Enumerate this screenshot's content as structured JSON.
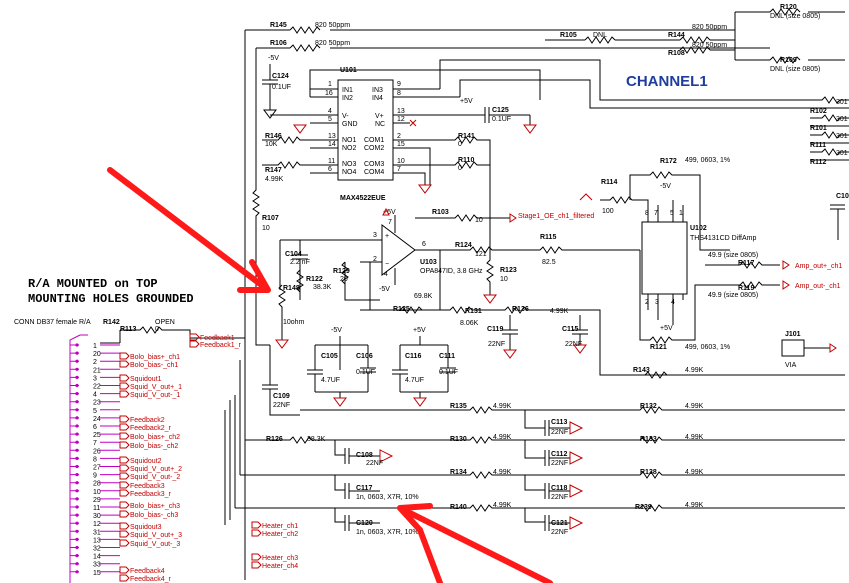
{
  "title": "CHANNEL1",
  "notes": {
    "line1": "R/A MOUNTED on TOP",
    "line2": "MOUNTING HOLES GROUNDED"
  },
  "connector": {
    "name": "CONN DB37 female R/A",
    "pins": [
      "1",
      "20",
      "2",
      "21",
      "3",
      "22",
      "4",
      "23",
      "5",
      "24",
      "6",
      "25",
      "7",
      "26",
      "8",
      "27",
      "9",
      "28",
      "10",
      "29",
      "11",
      "30",
      "12",
      "31",
      "13",
      "32",
      "14",
      "33",
      "15"
    ]
  },
  "net_labels": [
    "Feedback1",
    "Feedback1_r",
    "Bolo_bias+_ch1",
    "Bolo_bias-_ch1",
    "Squidout1",
    "Squid_V_out+_1",
    "Squid_V_out-_1",
    "Feedback2",
    "Feedback2_r",
    "Bolo_bias+_ch2",
    "Bolo_bias-_ch2",
    "Squidout2",
    "Squid_V_out+_2",
    "Squid_V_out-_2",
    "Feedback3",
    "Feedback3_r",
    "Bolo_bias+_ch3",
    "Bolo_bias-_ch3",
    "Squidout3",
    "Squid_V_out+_3",
    "Squid_V_out-_3",
    "Heater_ch1",
    "Heater_ch2",
    "Heater_ch3",
    "Heater_ch4",
    "Feedback4",
    "Feedback4_r",
    "Stage1_OE_ch1_filtered",
    "Amp_out+_ch1",
    "Amp_out-_ch1"
  ],
  "ics": {
    "u101": {
      "ref": "U101",
      "part": "MAX4522EUE",
      "pins_left": [
        "IN1",
        "IN2",
        "V-",
        "GND",
        "NO1",
        "NO2",
        "NO3",
        "NO4"
      ],
      "pins_right": [
        "IN3",
        "IN4",
        "V+",
        "NC",
        "COM1",
        "COM2",
        "COM3",
        "COM4"
      ]
    },
    "u103": {
      "ref": "U103",
      "part": "OPA847ID, 3.8 GHz"
    },
    "u102": {
      "ref": "U102",
      "part": "THS4131CD DiffAmp"
    },
    "j101": {
      "ref": "J101",
      "part": "VIA"
    }
  },
  "components": {
    "r145": {
      "ref": "R145",
      "val": "820 50ppm"
    },
    "r106": {
      "ref": "R106",
      "val": "820 50ppm"
    },
    "r120": {
      "ref": "R120",
      "val": "DNL (size 0805)"
    },
    "r109": {
      "ref": "R109",
      "val": "DNL (size 0805)"
    },
    "r105": {
      "ref": "R105",
      "val": "DNL"
    },
    "r144": {
      "ref": "R144",
      "val": "820 50ppm"
    },
    "r108": {
      "ref": "R108",
      "val": "820 50ppm"
    },
    "c124": {
      "ref": "C124",
      "val": "0.1UF"
    },
    "c125": {
      "ref": "C125",
      "val": "0.1UF"
    },
    "r146": {
      "ref": "R146",
      "val": "10K"
    },
    "r147": {
      "ref": "R147",
      "val": "4.99K"
    },
    "r141": {
      "ref": "R141",
      "val": "0"
    },
    "r110": {
      "ref": "R110",
      "val": "0"
    },
    "r107": {
      "ref": "R107",
      "val": "10"
    },
    "r103": {
      "ref": "R103",
      "val": "10"
    },
    "r124": {
      "ref": "R124",
      "val": "121"
    },
    "r115": {
      "ref": "R115",
      "val": "82.5"
    },
    "r114": {
      "ref": "R114",
      "val": "100"
    },
    "r172": {
      "ref": "R172",
      "val": "499, 0603, 1%"
    },
    "r121": {
      "ref": "R121",
      "val": "499, 0603, 1%"
    },
    "r117": {
      "ref": "R117",
      "val": "49.9 (size 0805)"
    },
    "r119": {
      "ref": "R119",
      "val": "49.9 (size 0805)"
    },
    "c104": {
      "ref": "C104",
      "val": "2.2 nF"
    },
    "r122": {
      "ref": "R122",
      "val": "38.3K"
    },
    "r129": {
      "ref": "R129",
      "val": "20"
    },
    "r125": {
      "ref": "R125",
      "val": "69.8K"
    },
    "r123": {
      "ref": "R123",
      "val": "10"
    },
    "r148": {
      "ref": "R148",
      "val": "10ohm"
    },
    "r131": {
      "ref": "R131",
      "val": "8.06K"
    },
    "r136": {
      "ref": "R136",
      "val": "4.99K"
    },
    "c119": {
      "ref": "C119",
      "val": "22NF"
    },
    "c115": {
      "ref": "C115",
      "val": "22NF"
    },
    "r142": {
      "ref": "R142",
      "val": "OPEN"
    },
    "r113": {
      "ref": "R113",
      "val": "0"
    },
    "c105": {
      "ref": "C105",
      "val": "4.7UF"
    },
    "c106": {
      "ref": "C106",
      "val": "0.1UF"
    },
    "c116": {
      "ref": "C116",
      "val": "4.7UF"
    },
    "c111": {
      "ref": "C111",
      "val": "0.1UF"
    },
    "c109": {
      "ref": "C109",
      "val": "22NF"
    },
    "r143": {
      "ref": "R143",
      "val": "4.99K"
    },
    "r135": {
      "ref": "R135",
      "val": "4.99K"
    },
    "r132": {
      "ref": "R132",
      "val": "4.99K"
    },
    "c113": {
      "ref": "C113",
      "val": "22NF"
    },
    "r126": {
      "ref": "R126",
      "val": "38.3K"
    },
    "r130": {
      "ref": "R130",
      "val": "4.99K"
    },
    "r133": {
      "ref": "R133",
      "val": "4.99K"
    },
    "c108": {
      "ref": "C108",
      "val": "22NF"
    },
    "c112": {
      "ref": "C112",
      "val": "22NF"
    },
    "r134": {
      "ref": "R134",
      "val": "4.99K"
    },
    "r138": {
      "ref": "R138",
      "val": "4.99K"
    },
    "c117": {
      "ref": "C117",
      "val": "1n, 0603, X7R, 10%"
    },
    "c118": {
      "ref": "C118",
      "val": "22NF"
    },
    "r140": {
      "ref": "R140",
      "val": "4.99K"
    },
    "r139": {
      "ref": "R139",
      "val": "4.99K"
    },
    "c120": {
      "ref": "C120",
      "val": "1n, 0603, X7R, 10%"
    },
    "c121": {
      "ref": "C121",
      "val": "22NF"
    }
  },
  "right_edge_refs": [
    "R102",
    "R101",
    "R111",
    "R112",
    "C10"
  ],
  "right_edge_vals": [
    "301",
    "301",
    "301",
    "301"
  ],
  "supplies": {
    "neg": "-5V",
    "pos": "+5V"
  },
  "misc_pins": {
    "u103_in_minus": "2",
    "u103_in_plus": "3",
    "u103_out": "6",
    "u103_v_plus": "7",
    "u103_v_minus": "4",
    "u102_pins": [
      "8",
      "7",
      "5",
      "1",
      "2",
      "3",
      "4"
    ]
  }
}
